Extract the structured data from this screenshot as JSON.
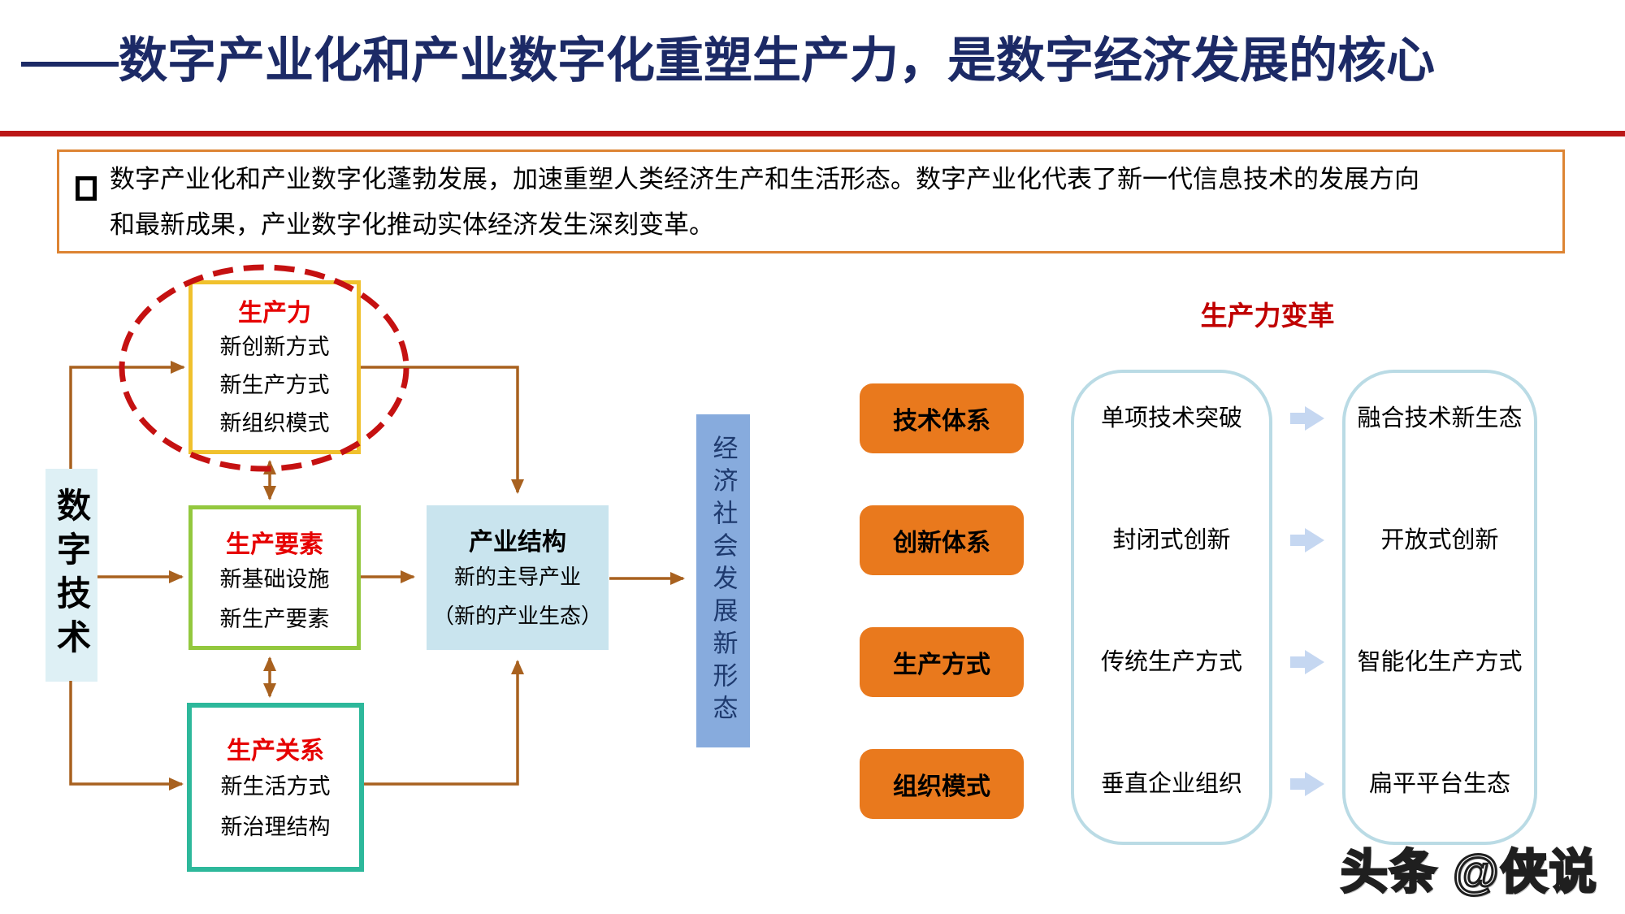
{
  "slide": {
    "title": "——数字产业化和产业数字化重塑生产力，是数字经济发展的核心",
    "intro": {
      "line1": "数字产业化和产业数字化蓬勃发展，加速重塑人类经济生产和生活形态。数字产业化代表了新一代信息技术的发展方向",
      "line2": "和最新成果，产业数字化推动实体经济发生深刻变革。"
    }
  },
  "diagram": {
    "digital_tech": "数字技术",
    "boxes": {
      "productivity": {
        "title": "生产力",
        "items": [
          "新创新方式",
          "新生产方式",
          "新组织模式"
        ]
      },
      "factors": {
        "title": "生产要素",
        "items": [
          "新基础设施",
          "新生产要素"
        ]
      },
      "relations": {
        "title": "生产关系",
        "items": [
          "新生活方式",
          "新治理结构"
        ]
      },
      "industry": {
        "title": "产业结构",
        "items": [
          "新的主导产业",
          "（新的产业生态）"
        ]
      }
    },
    "outcome": "经济社会发展新形态"
  },
  "panel": {
    "title": "生产力变革",
    "rows": [
      {
        "label": "技术体系",
        "from": "单项技术突破",
        "to": "融合技术新生态"
      },
      {
        "label": "创新体系",
        "from": "封闭式创新",
        "to": "开放式创新"
      },
      {
        "label": "生产方式",
        "from": "传统生产方式",
        "to": "智能化生产方式"
      },
      {
        "label": "组织模式",
        "from": "垂直企业组织",
        "to": "扁平平台生态"
      }
    ]
  },
  "watermark": "头条 @侠说",
  "colors": {
    "title_navy": "#1c2a66",
    "divider_red": "#bb1717",
    "intro_border_orange": "#dd8433",
    "emphasis_red": "#c00000",
    "box_title_red": "#e60000",
    "gold_border": "#f0c12d",
    "green_border": "#93c83e",
    "teal_border": "#2db89b",
    "industry_fill": "#c9e4ee",
    "digital_tech_fill": "#def0f5",
    "outcome_bar_blue": "#87abdd",
    "arrow_brown": "#a8611f",
    "button_orange": "#e9791d",
    "pill_border_blue": "#badbe5",
    "arrow_glyph_blue": "#c5d7f1"
  }
}
